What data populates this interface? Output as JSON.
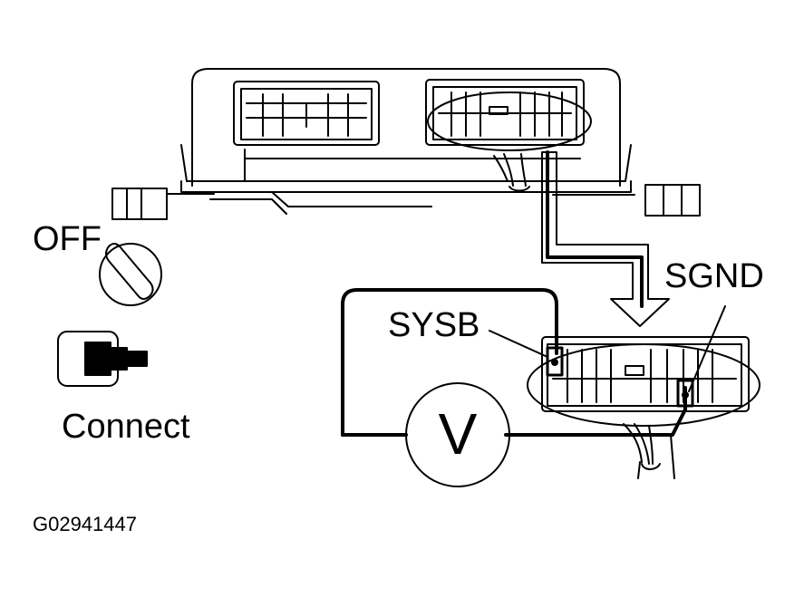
{
  "labels": {
    "off": "OFF",
    "connect": "Connect",
    "sysb": "SYSB",
    "sgnd": "SGND",
    "voltmeter": "V",
    "figure_code": "G02941447"
  },
  "icons": {
    "ignition": "ignition-switch-off-icon",
    "connector": "connector-connect-icon",
    "meter": "voltmeter-icon"
  },
  "colors": {
    "line": "#000000",
    "background": "#ffffff"
  }
}
